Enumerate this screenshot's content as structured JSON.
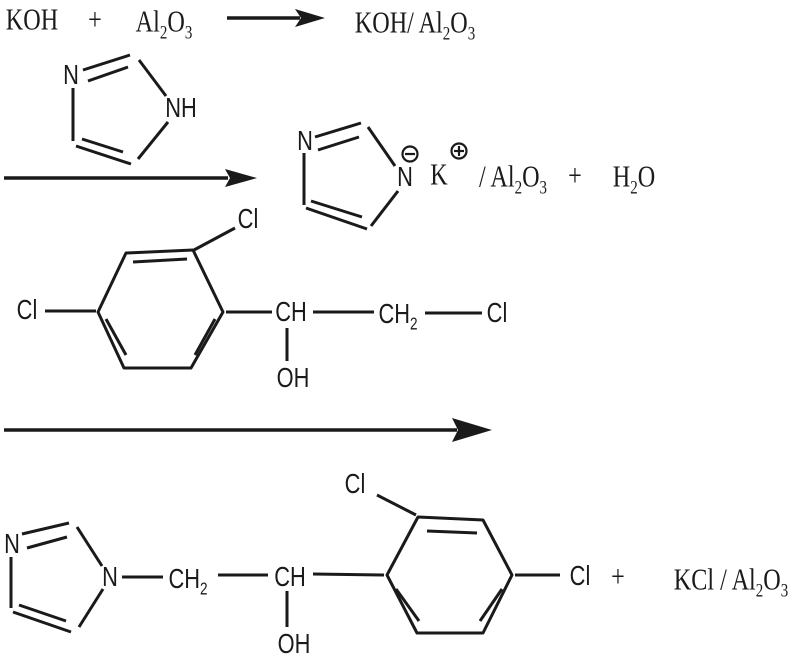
{
  "colors": {
    "background": "#ffffff",
    "ink": "#1a1a1a"
  },
  "icons": {
    "negative_charge": "circled-minus",
    "positive_charge": "circled-plus"
  },
  "step1": {
    "koh": "KOH",
    "plus": "+",
    "al2o3": [
      {
        "t": "Al"
      },
      {
        "t": "2",
        "sub": true
      },
      {
        "t": "O"
      },
      {
        "t": "3",
        "sub": true
      }
    ],
    "product": [
      {
        "t": "KOH/ Al"
      },
      {
        "t": "2",
        "sub": true
      },
      {
        "t": "O"
      },
      {
        "t": "3",
        "sub": true
      }
    ]
  },
  "step2": {
    "imidazole": {
      "n3": "N",
      "n1h": "NH"
    },
    "salt": {
      "n3": "N",
      "n1": "N",
      "k": "K",
      "support": [
        {
          "t": "/ Al"
        },
        {
          "t": "2",
          "sub": true
        },
        {
          "t": "O"
        },
        {
          "t": "3",
          "sub": true
        }
      ],
      "plus": "+",
      "water": [
        {
          "t": "H"
        },
        {
          "t": "2",
          "sub": true
        },
        {
          "t": "O"
        }
      ]
    }
  },
  "step3": {
    "substrate": {
      "cl_ortho": "Cl",
      "cl_para": "Cl",
      "ch": "CH",
      "ch2": [
        {
          "t": "CH"
        },
        {
          "t": "2",
          "sub": true
        }
      ],
      "cl_chain": "Cl",
      "oh": "OH"
    }
  },
  "product": {
    "n3": "N",
    "n1": "N",
    "ch2": [
      {
        "t": "CH"
      },
      {
        "t": "2",
        "sub": true
      }
    ],
    "ch": "CH",
    "oh": "OH",
    "cl_ortho": "Cl",
    "cl_para": "Cl",
    "plus": "+",
    "byproduct": [
      {
        "t": "KCl / Al"
      },
      {
        "t": "2",
        "sub": true
      },
      {
        "t": "O"
      },
      {
        "t": "3",
        "sub": true
      }
    ]
  }
}
